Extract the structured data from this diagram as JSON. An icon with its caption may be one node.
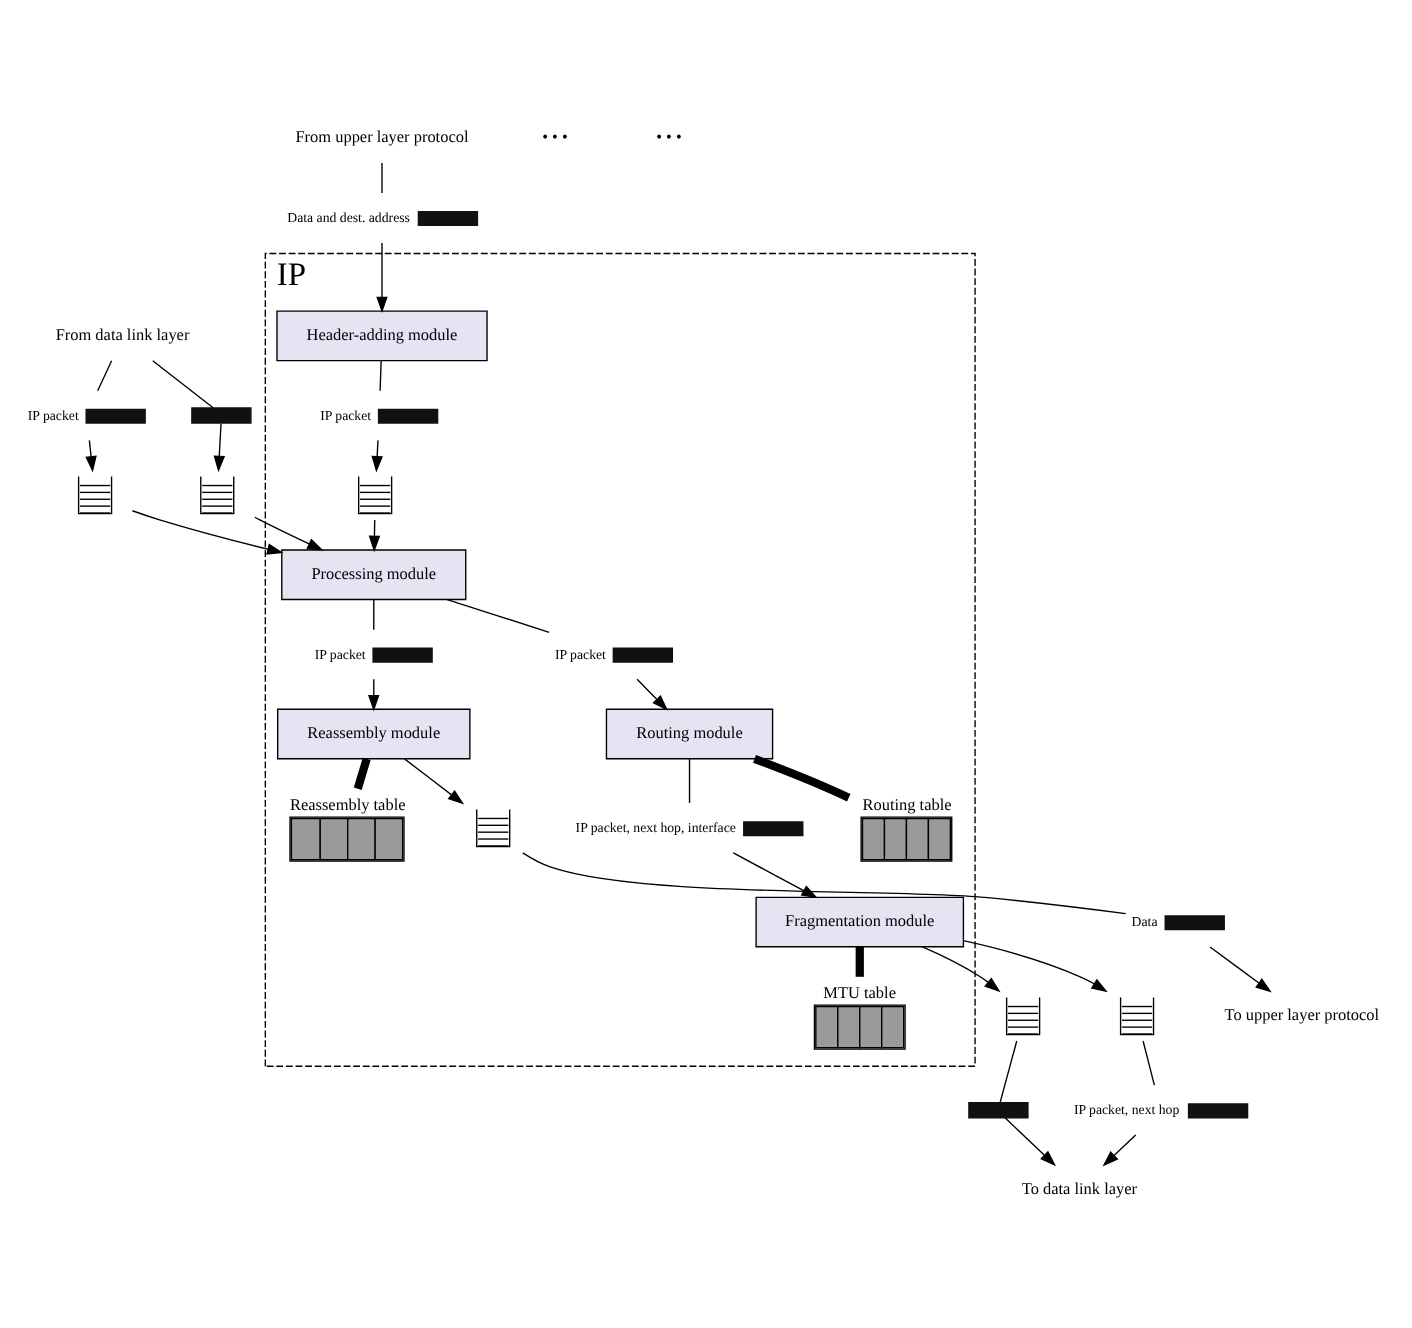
{
  "diagram": {
    "nodes": [
      {
        "text": [
          "IP"
        ]
      },
      {
        "text": [
          "Header-adding module"
        ],
        "in": 0
      },
      {
        "text": [
          "Processing module"
        ],
        "in": 0
      },
      {
        "text": [
          "Reassembly module"
        ],
        "in": 0
      },
      {
        "text": [
          "Routing module"
        ],
        "in": 0
      },
      {
        "text": [
          "Fragmentation module"
        ],
        "in": 0
      },
      {
        "text": [
          "Reassembly table"
        ],
        "in": 0
      },
      {
        "text": [
          "Routing table"
        ],
        "in": 0
      },
      {
        "text": [
          "MTU table"
        ],
        "in": 0
      },
      {
        "text": [
          "From upper layer protocol"
        ]
      },
      {
        "text": [],
        "shape": "bar",
        "beside": [
          "Data and dest. address"
        ]
      },
      {
        "text": [],
        "shape": "bar",
        "beside": [
          "IP packet"
        ],
        "in": 0
      },
      {
        "text": [],
        "shape": "queue",
        "in": 0
      },
      {
        "text": [
          "To upper layer protocol"
        ]
      },
      {
        "text": [],
        "shape": "bar",
        "beside": [
          "Data"
        ]
      },
      {
        "text": [],
        "shape": "queue",
        "in": 0
      },
      {
        "text": [],
        "shape": "bar",
        "beside": [
          "IP packet"
        ],
        "in": 0
      },
      {
        "text": [],
        "shape": "bar",
        "beside": [
          "IP packet"
        ],
        "in": 0
      },
      {
        "text": [],
        "shape": "bar",
        "beside": [
          "IP packet, next hop, interface"
        ],
        "in": 0
      },
      {
        "text": [],
        "shape": "queue"
      },
      {
        "text": [],
        "shape": "queue"
      },
      {
        "text": [],
        "shape": "bar",
        "beside": [
          "IP packet"
        ]
      },
      {
        "text": [],
        "shape": "bar"
      },
      {
        "text": [
          "From data link layer"
        ]
      },
      {
        "text": [],
        "shape": "queue"
      },
      {
        "text": [],
        "shape": "queue"
      },
      {
        "text": [],
        "shape": "bar"
      },
      {
        "text": [],
        "shape": "bar",
        "beside": [
          "IP packet, next hop"
        ]
      },
      {
        "text": [
          "To data link layer"
        ]
      }
    ],
    "edges": [
      {
        "from": 9,
        "to": 10,
        "arrow": "none"
      },
      {
        "from": 10,
        "to": 1,
        "arrow": "to"
      },
      {
        "from": 1,
        "to": 11,
        "arrow": "none"
      },
      {
        "from": 11,
        "to": 12,
        "arrow": "to"
      },
      {
        "from": 12,
        "to": 2,
        "arrow": "to"
      },
      {
        "from": 2,
        "to": 16,
        "arrow": "none"
      },
      {
        "from": 16,
        "to": 3,
        "arrow": "to"
      },
      {
        "from": 3,
        "to": 15,
        "arrow": "to"
      },
      {
        "from": 15,
        "to": 14,
        "arrow": "none"
      },
      {
        "from": 14,
        "to": 13,
        "arrow": "to"
      },
      {
        "from": 2,
        "to": 17,
        "arrow": "none"
      },
      {
        "from": 17,
        "to": 4,
        "arrow": "to"
      },
      {
        "from": 4,
        "to": 18,
        "arrow": "none"
      },
      {
        "from": 18,
        "to": 5,
        "arrow": "to"
      },
      {
        "from": 3,
        "to": 6,
        "arrow": "none",
        "style": "thick"
      },
      {
        "from": 4,
        "to": 7,
        "arrow": "none",
        "style": "thick"
      },
      {
        "from": 5,
        "to": 8,
        "arrow": "none",
        "style": "thick"
      },
      {
        "from": 23,
        "to": 21,
        "arrow": "none"
      },
      {
        "from": 21,
        "to": 19,
        "arrow": "to"
      },
      {
        "from": 19,
        "to": 2,
        "arrow": "to"
      },
      {
        "from": 23,
        "to": 22,
        "arrow": "none"
      },
      {
        "from": 22,
        "to": 20,
        "arrow": "to"
      },
      {
        "from": 20,
        "to": 2,
        "arrow": "to"
      },
      {
        "from": 5,
        "to": 24,
        "arrow": "to"
      },
      {
        "from": 5,
        "to": 25,
        "arrow": "to"
      },
      {
        "from": 24,
        "to": 26,
        "arrow": "none"
      },
      {
        "from": 25,
        "to": 27,
        "arrow": "none"
      },
      {
        "from": 26,
        "to": 28,
        "arrow": "to"
      },
      {
        "from": 27,
        "to": 28,
        "arrow": "to"
      }
    ],
    "labels": [
      "• • •",
      "• • •"
    ]
  }
}
